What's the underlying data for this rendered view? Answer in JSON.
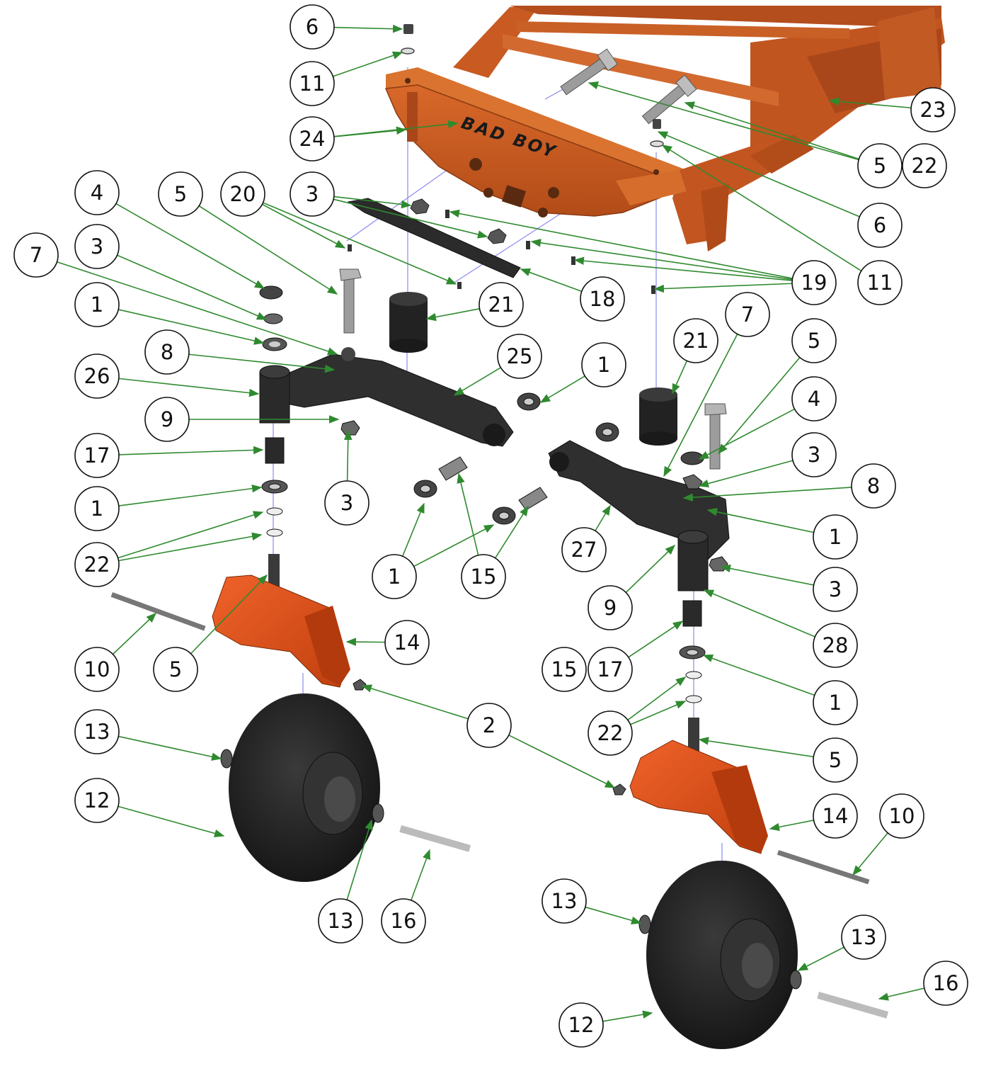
{
  "brand": {
    "logo_text": "BAD BOY"
  },
  "colors": {
    "frame": "#c85a22",
    "frame_dark": "#8a3a12",
    "caster_fork": "#e4521c",
    "rubber": "#1e1e1e",
    "part_dark": "#2f2f2f",
    "metal": "#a8a8a8",
    "leader": "#2f8a2f",
    "axis_line": "#8a8af0",
    "balloon_stroke": "#111111"
  },
  "callouts": [
    {
      "label": "6"
    },
    {
      "label": "11"
    },
    {
      "label": "24"
    },
    {
      "label": "23"
    },
    {
      "label": "5"
    },
    {
      "label": "22"
    },
    {
      "label": "6"
    },
    {
      "label": "11"
    },
    {
      "label": "4"
    },
    {
      "label": "5"
    },
    {
      "label": "20"
    },
    {
      "label": "3"
    },
    {
      "label": "7"
    },
    {
      "label": "3"
    },
    {
      "label": "1"
    },
    {
      "label": "19"
    },
    {
      "label": "21"
    },
    {
      "label": "18"
    },
    {
      "label": "8"
    },
    {
      "label": "26"
    },
    {
      "label": "25"
    },
    {
      "label": "1"
    },
    {
      "label": "7"
    },
    {
      "label": "21"
    },
    {
      "label": "5"
    },
    {
      "label": "9"
    },
    {
      "label": "4"
    },
    {
      "label": "17"
    },
    {
      "label": "3"
    },
    {
      "label": "3"
    },
    {
      "label": "8"
    },
    {
      "label": "1"
    },
    {
      "label": "1"
    },
    {
      "label": "22"
    },
    {
      "label": "27"
    },
    {
      "label": "1"
    },
    {
      "label": "15"
    },
    {
      "label": "3"
    },
    {
      "label": "9"
    },
    {
      "label": "14"
    },
    {
      "label": "28"
    },
    {
      "label": "10"
    },
    {
      "label": "5"
    },
    {
      "label": "15"
    },
    {
      "label": "17"
    },
    {
      "label": "1"
    },
    {
      "label": "2"
    },
    {
      "label": "13"
    },
    {
      "label": "22"
    },
    {
      "label": "5"
    },
    {
      "label": "12"
    },
    {
      "label": "14"
    },
    {
      "label": "10"
    },
    {
      "label": "13"
    },
    {
      "label": "16"
    },
    {
      "label": "13"
    },
    {
      "label": "13"
    },
    {
      "label": "16"
    },
    {
      "label": "12"
    }
  ]
}
